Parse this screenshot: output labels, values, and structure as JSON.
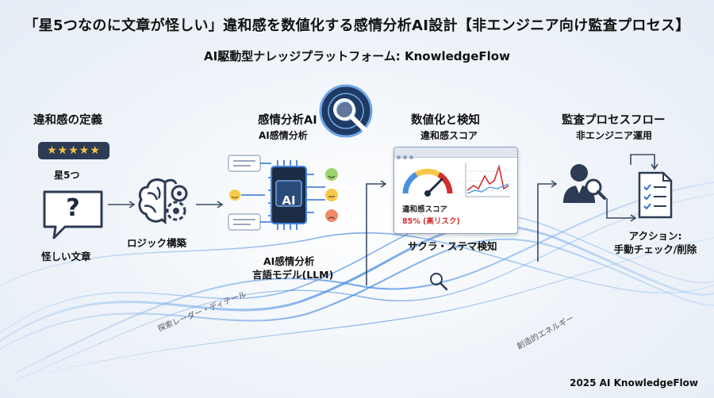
{
  "header": {
    "title": "「星5つなのに文章が怪しい」違和感を数値化する感情分析AI設計【非エンジニア向け監査プロセス】",
    "subtitle": "AI駆動型ナレッジプラットフォーム: KnowledgeFlow"
  },
  "col1": {
    "heading": "違和感の定義",
    "stars": "★★★★★",
    "rating_label": "星5つ",
    "question_mark": "?",
    "item_label": "怪しい文章"
  },
  "col2": {
    "logic_label": "ロジック構築"
  },
  "col3": {
    "heading": "感情分析AI",
    "subheading": "AI感情分析",
    "chip_text": "AI",
    "bottom_label_1": "AI感情分析",
    "bottom_label_2": "言語モデル(LLM)"
  },
  "col4": {
    "heading": "数値化と検知",
    "subheading": "違和感スコア",
    "score_label": "違和感スコア",
    "score_value": "85% (高リスク)",
    "detect_label": "サクラ・ステマ検知"
  },
  "col5": {
    "heading": "監査プロセスフロー",
    "subheading": "非エンジニア運用",
    "action_label_1": "アクション:",
    "action_label_2": "手動チェック/削除"
  },
  "decor": {
    "left_curve_text": "探索レーダー・ディテール",
    "right_curve_text": "創造的エネルギー"
  },
  "footer": {
    "text": "2025 AI KnowledgeFlow"
  },
  "colors": {
    "accent": "#2f6fd6",
    "dark": "#2d3b55",
    "risk": "#d0312d",
    "emoji": "#f7c948"
  }
}
